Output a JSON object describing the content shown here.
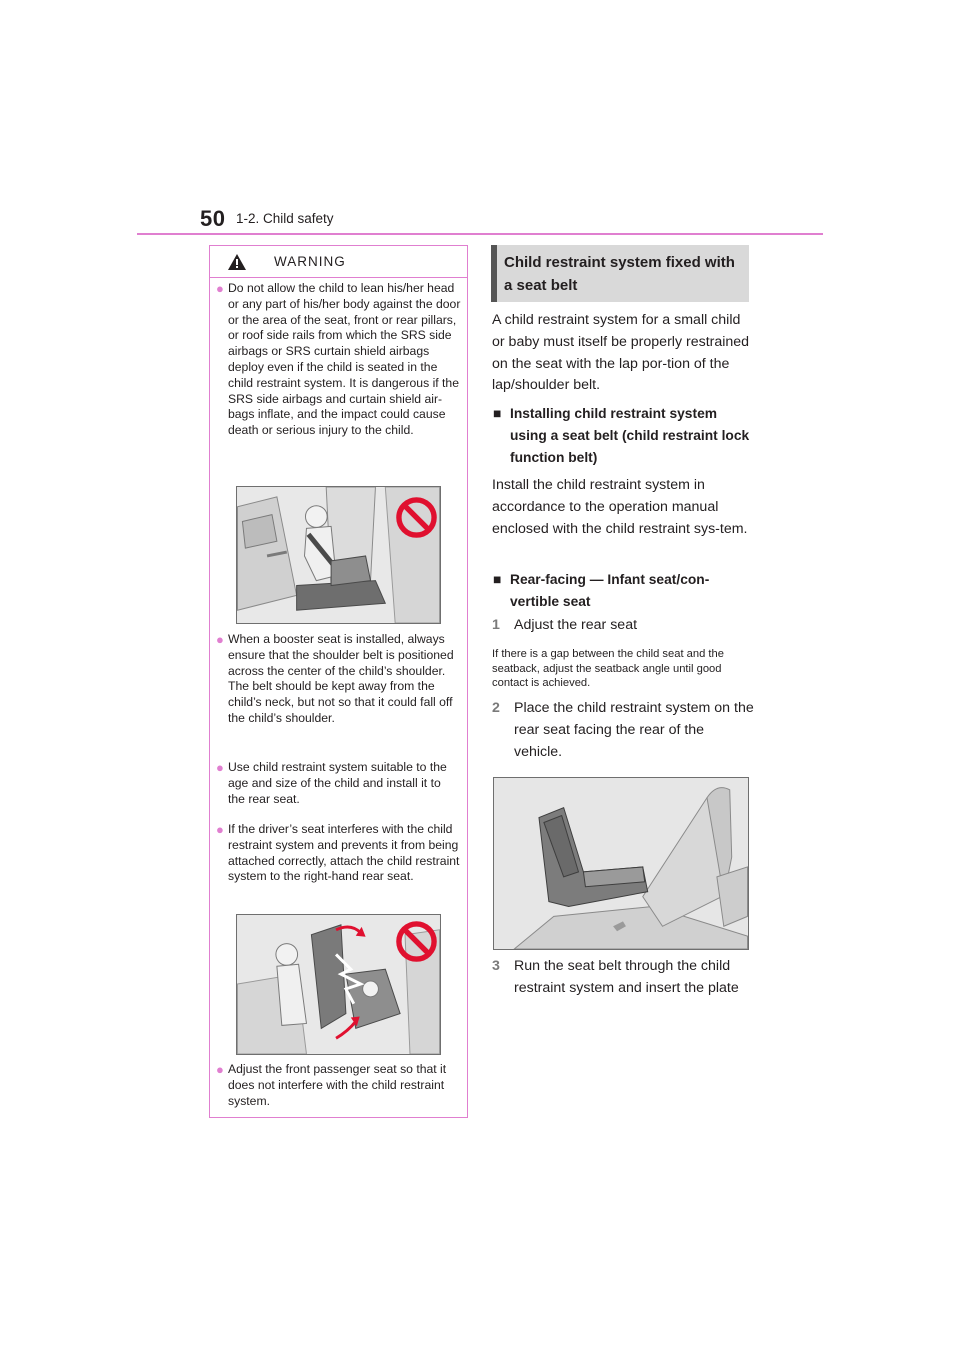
{
  "header": {
    "page_number": "50",
    "section": "1-2. Child safety"
  },
  "warning": {
    "title": "WARNING",
    "bullets": [
      "Do not allow the child to lean his/her head or any part of his/her body against the door or the area of the seat, front or rear pillars, or roof side rails from which the SRS side airbags or SRS curtain shield airbags deploy even if the child is seated in the child restraint system. It is dangerous if the SRS side airbags and curtain shield air-bags inflate, and the impact could cause death or serious injury to the child.",
      "When a booster seat is installed, always ensure that the shoulder belt is positioned across the center of the child’s shoulder. The belt should be kept away from the child’s neck, but not so that it could fall off the child’s shoulder.",
      "Use child restraint system suitable to the age and size of the child and install it to the rear seat.",
      "If the driver’s seat interferes with the child restraint system and prevents it from being attached correctly, attach the child restraint system to the right-hand rear seat.",
      "Adjust the front passenger seat so that it does not interfere with the child restraint system."
    ]
  },
  "main": {
    "heading": "Child restraint system fixed with a seat belt",
    "intro": "A child restraint system for a small child or baby must itself be properly restrained on the seat with the lap por-tion of the lap/shoulder belt.",
    "subhead1": "Installing child restraint system using a seat belt (child restraint lock function belt)",
    "para2": "Install the child restraint system in accordance to the operation manual enclosed with the child restraint sys-tem.",
    "subhead2": "Rear-facing — Infant seat/con-vertible seat",
    "steps": [
      {
        "num": "1",
        "text": "Adjust the rear seat"
      },
      {
        "num": "2",
        "text": "Place the child restraint system on the rear seat facing the rear of the vehicle."
      },
      {
        "num": "3",
        "text": "Run the seat belt through the child restraint system and insert the plate"
      }
    ],
    "note": "If there is a gap between the child seat and the seatback, adjust the seatback angle until good contact is achieved."
  },
  "icons": {
    "bullet": "●",
    "subhead": "■",
    "warning": "warning-triangle-icon",
    "prohibit": "prohibition-icon"
  },
  "colors": {
    "accent": "#e07fd0",
    "prohibition": "#e0102f",
    "heading_bg": "#d9d9d9"
  }
}
